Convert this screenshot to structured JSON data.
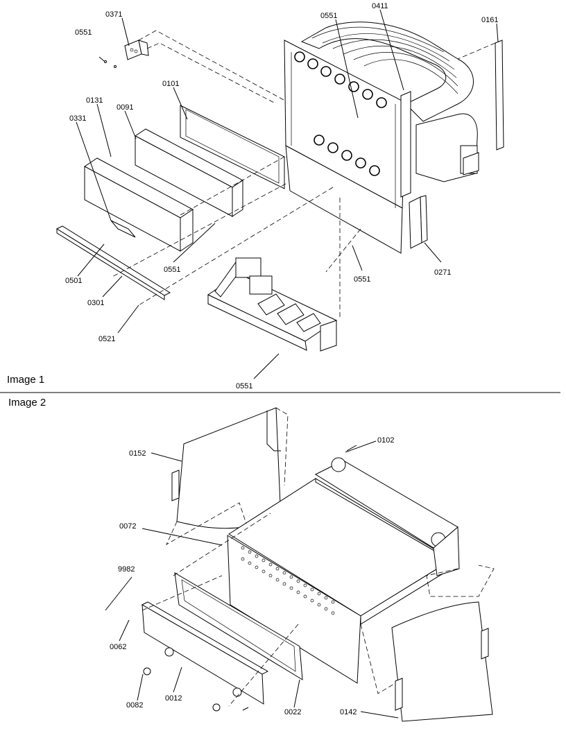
{
  "image1": {
    "caption": "Image 1",
    "labels": {
      "l0371": "0371",
      "l0551_tl": "0551",
      "l0551_top": "0551",
      "l0411": "0411",
      "l0161": "0161",
      "l0101": "0101",
      "l0131": "0131",
      "l0091": "0091",
      "l0331": "0331",
      "l0551_mid": "0551",
      "l0501": "0501",
      "l0301": "0301",
      "l0521": "0521",
      "l0551_r": "0551",
      "l0271": "0271",
      "l0551_bot": "0551"
    }
  },
  "image2": {
    "caption": "Image 2",
    "labels": {
      "l0152": "0152",
      "l0102": "0102",
      "l0072": "0072",
      "l9982": "9982",
      "l0062": "0062",
      "l0082": "0082",
      "l0012": "0012",
      "l0022": "0022",
      "l0142": "0142"
    }
  }
}
